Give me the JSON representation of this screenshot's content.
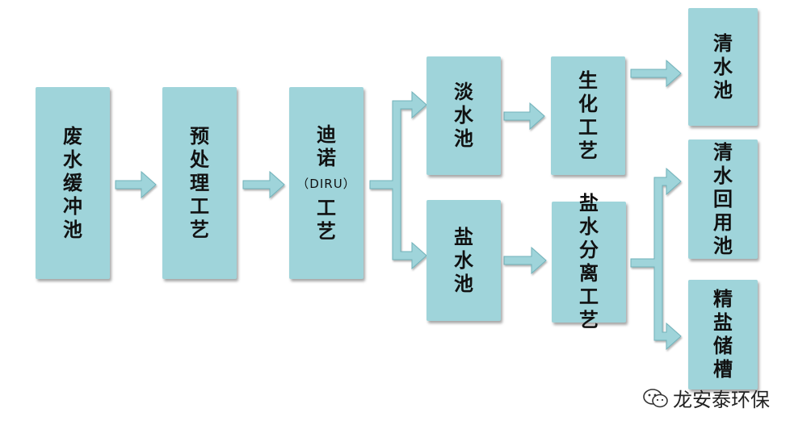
{
  "colors": {
    "box_fill": "#9fd4da",
    "arrow_fill": "#9fd4da",
    "arrow_stroke": "#6fb2ba"
  },
  "nodes": {
    "wastewater_buffer": "废水缓冲池",
    "pretreatment": "预处理工艺",
    "diru_top": "迪诺",
    "diru_code": "（DIRU）",
    "diru_bottom": "工艺",
    "fresh_water_pool": "淡水池",
    "brine_pool": "盐水池",
    "biochemical": "生化工艺",
    "brine_separation": "盐水分离工艺",
    "clean_water_pool": "清水池",
    "clean_water_reuse_pool": "清水回用池",
    "refined_salt_tank": "精盐储槽"
  },
  "watermark": {
    "icon": "wechat-icon",
    "text": "龙安泰环保"
  }
}
